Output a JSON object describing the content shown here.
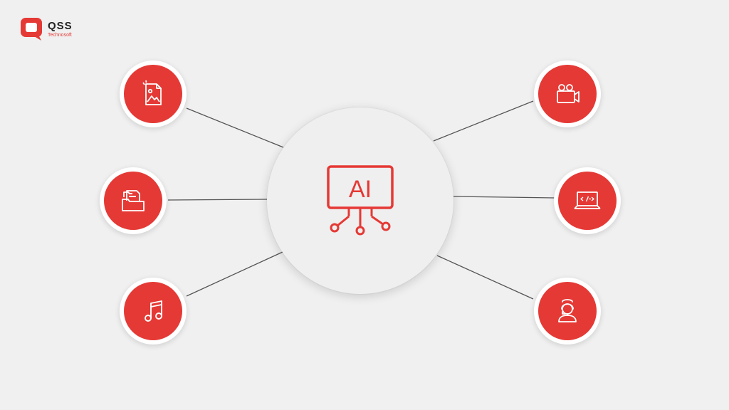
{
  "brand": {
    "name": "QSS",
    "tagline": "Technosoft"
  },
  "hub": {
    "label": "AI"
  },
  "nodes": [
    {
      "id": "image",
      "icon": "image-file-icon"
    },
    {
      "id": "folder",
      "icon": "folder-documents-icon"
    },
    {
      "id": "music",
      "icon": "music-note-icon"
    },
    {
      "id": "video",
      "icon": "video-camera-icon"
    },
    {
      "id": "code",
      "icon": "laptop-code-icon"
    },
    {
      "id": "support",
      "icon": "support-agent-icon"
    }
  ],
  "colors": {
    "accent": "#e53935",
    "background": "#f0f0f0",
    "connector": "#555555",
    "hub_fill": "#efefef"
  }
}
